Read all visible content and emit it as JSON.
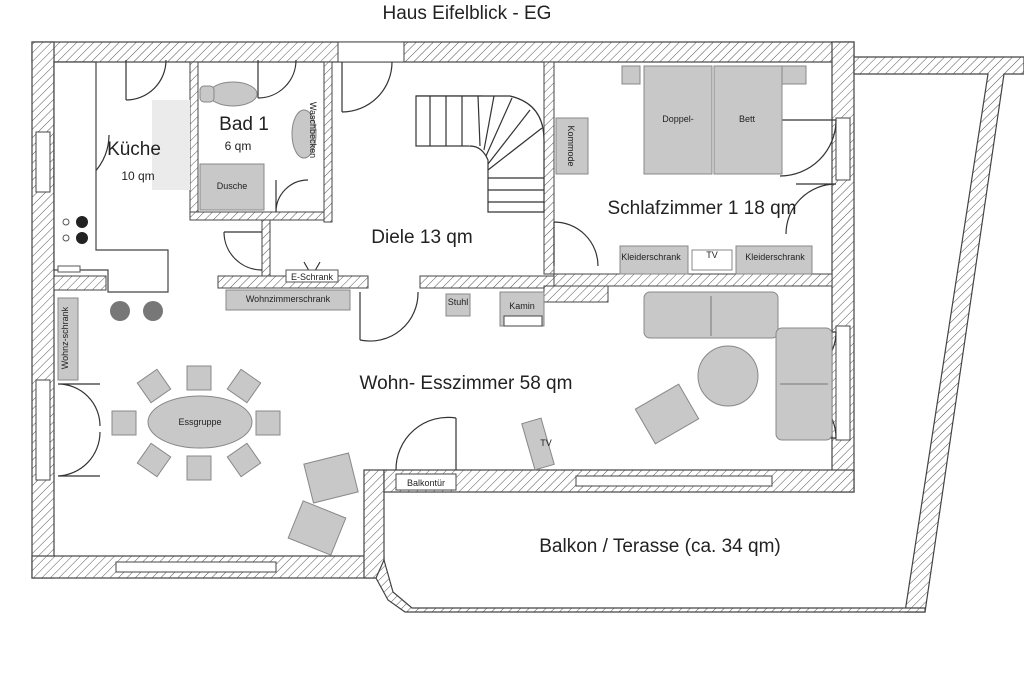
{
  "title": "Haus Eifelblick - EG",
  "rooms": {
    "kitchen": {
      "name": "Küche",
      "area": "10 qm"
    },
    "bath": {
      "name": "Bad 1",
      "area": "6 qm"
    },
    "hall": {
      "label": "Diele 13 qm"
    },
    "bedroom": {
      "label": "Schlafzimmer 1  18 qm"
    },
    "living": {
      "label": "Wohn- Esszimmer 58 qm"
    },
    "balcony": {
      "label": "Balkon / Terasse  (ca. 34 qm)"
    }
  },
  "furniture": {
    "dusche": "Dusche",
    "waschbecken": "Waschbecken",
    "kommode": "Kommode",
    "bett_left": "Doppel-",
    "bett_right": "Bett",
    "kleiderschrank_left": "Kleiderschrank",
    "tv_bedroom": "TV",
    "kleiderschrank_right": "Kleiderschrank",
    "eschrank": "E-Schrank",
    "wohnzimmerschrank": "Wohnzimmerschrank",
    "stuhl": "Stuhl",
    "kamin": "Kamin",
    "wohnzschrank": "Wohnz-schrank",
    "essgruppe": "Essgruppe",
    "tv_living": "TV",
    "balkontuer": "Balkontür"
  },
  "colors": {
    "wall": "#444444",
    "furniture": "#c8c8c8",
    "furniture_stroke": "#888888"
  }
}
